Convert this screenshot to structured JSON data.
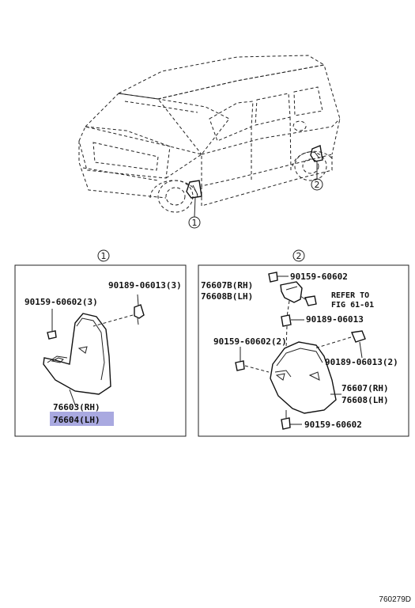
{
  "callouts": {
    "one": "1",
    "two": "2"
  },
  "panel1": {
    "title": "1",
    "labels": {
      "clip": "90189-06013(3)",
      "screw": "90159-60602(3)",
      "part_rh": "76603(RH)",
      "part_lh": "76604(LH)"
    }
  },
  "panel2": {
    "title": "2",
    "labels": {
      "screw_top": "90159-60602",
      "bracket_rh": "76607B(RH)",
      "bracket_lh": "76608B(LH)",
      "refer1": "REFER TO",
      "refer2": "FIG 61-01",
      "clip_mid": "90189-06013",
      "screw_mid": "90159-60602(2)",
      "clip_right": "90189-06013(2)",
      "part_rh": "76607(RH)",
      "part_lh": "76608(LH)",
      "screw_bottom": "90159-60602"
    }
  },
  "figure_code": "760279D",
  "highlight_color": "#a9a9e0"
}
